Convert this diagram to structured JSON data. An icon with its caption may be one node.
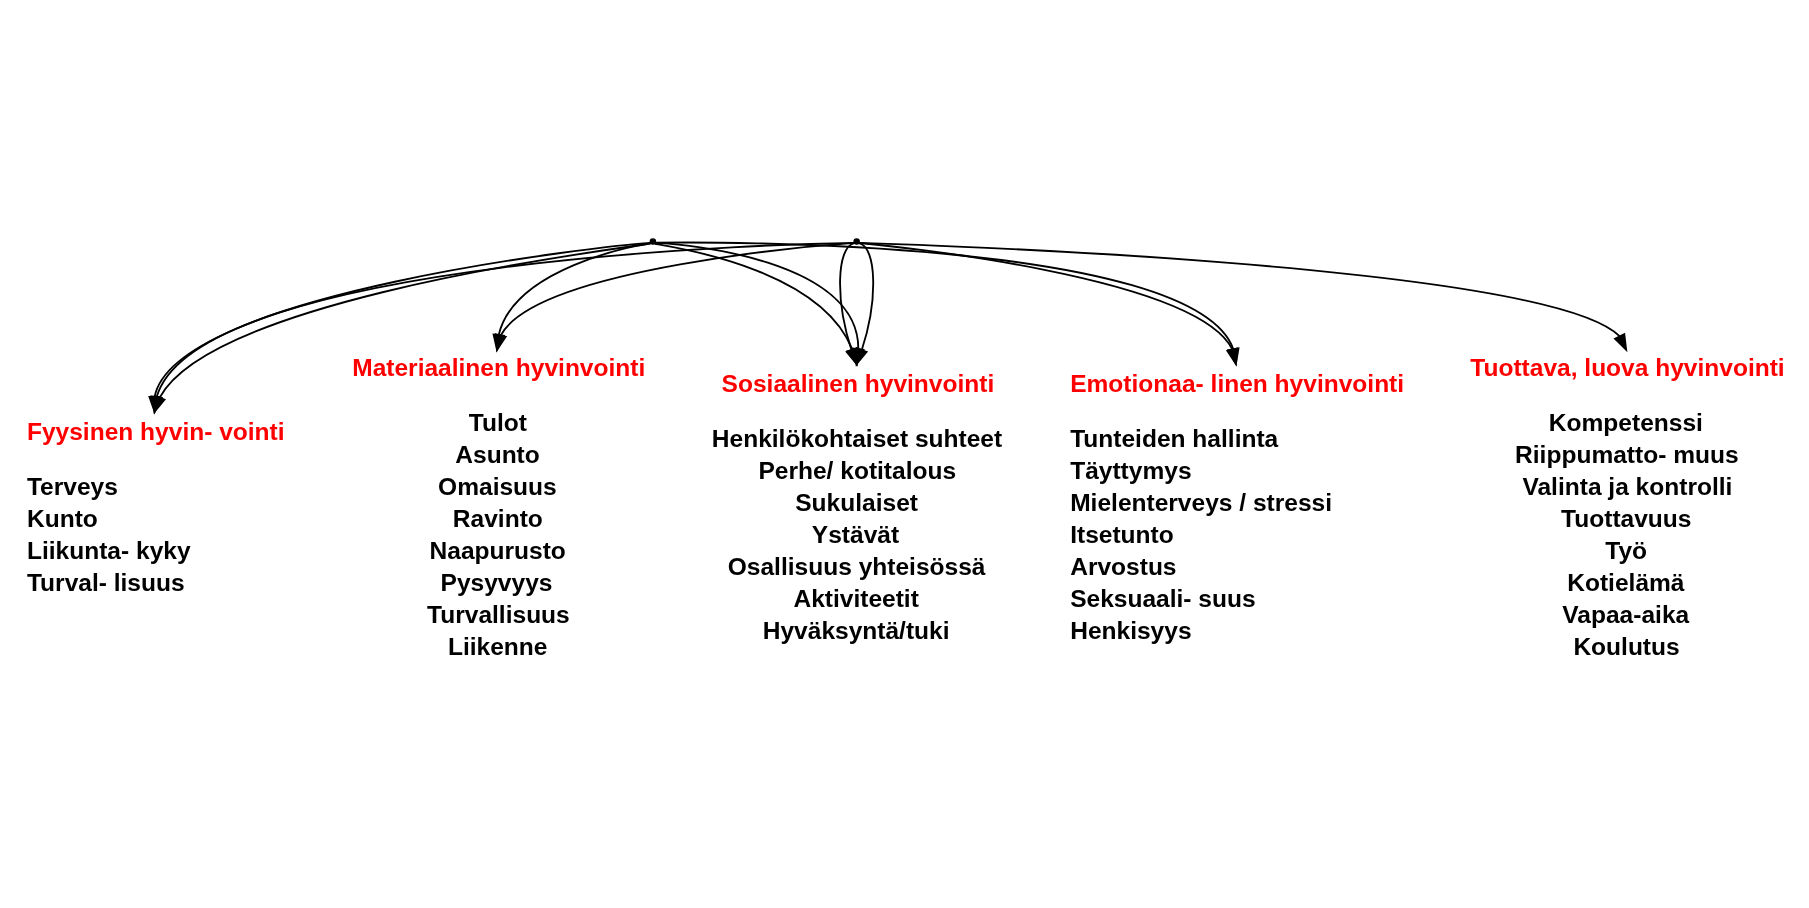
{
  "diagram": {
    "nodes": [
      {
        "text": [],
        "shape": "point"
      },
      {
        "text": [],
        "shape": "point"
      },
      {
        "text": [
          "Fyysinen hyvin- vointi",
          "Terveys",
          "Kunto",
          "Liikunta- kyky",
          "Turval- lisuus"
        ]
      },
      {
        "text": [
          "Materiaalinen hyvinvointi",
          "Tulot",
          "Asunto",
          "Omaisuus",
          "Ravinto",
          "Naapurusto",
          "Pysyvyys",
          "Turvallisuus",
          "Liikenne"
        ]
      },
      {
        "text": [
          "Sosiaalinen hyvinvointi",
          "Henkilökohtaiset suhteet",
          "Perhe/ kotitalous",
          "Sukulaiset",
          "Ystävät",
          "Osallisuus yhteisössä",
          "Aktiviteetit",
          "Hyväksyntä/tuki"
        ]
      },
      {
        "text": [
          "Emotionaa- linen hyvinvointi",
          "Tunteiden hallinta",
          "Täyttymys",
          "Mielenterveys / stressi",
          "Itsetunto",
          "Arvostus",
          "Seksuaali- suus",
          "Henkisyys"
        ]
      },
      {
        "text": [
          "Tuottava, luova hyvinvointi",
          "Kompetenssi",
          "Riippumatto- muus",
          "Valinta ja kontrolli",
          "Tuottavuus",
          "Työ",
          "Kotielämä",
          "Vapaa-aika",
          "Koulutus"
        ]
      }
    ],
    "edges": [
      {
        "from": 0,
        "to": 2,
        "arrow": "to"
      },
      {
        "from": 0,
        "to": 2,
        "arrow": "to"
      },
      {
        "from": 0,
        "to": 3,
        "arrow": "to"
      },
      {
        "from": 0,
        "to": 4,
        "arrow": "to"
      },
      {
        "from": 0,
        "to": 4,
        "arrow": "to"
      },
      {
        "from": 0,
        "to": 5,
        "arrow": "to"
      },
      {
        "from": 1,
        "to": 2,
        "arrow": "to"
      },
      {
        "from": 1,
        "to": 3,
        "arrow": "to"
      },
      {
        "from": 1,
        "to": 4,
        "arrow": "to"
      },
      {
        "from": 1,
        "to": 4,
        "arrow": "to"
      },
      {
        "from": 1,
        "to": 5,
        "arrow": "to"
      },
      {
        "from": 1,
        "to": 6,
        "arrow": "to"
      }
    ]
  }
}
